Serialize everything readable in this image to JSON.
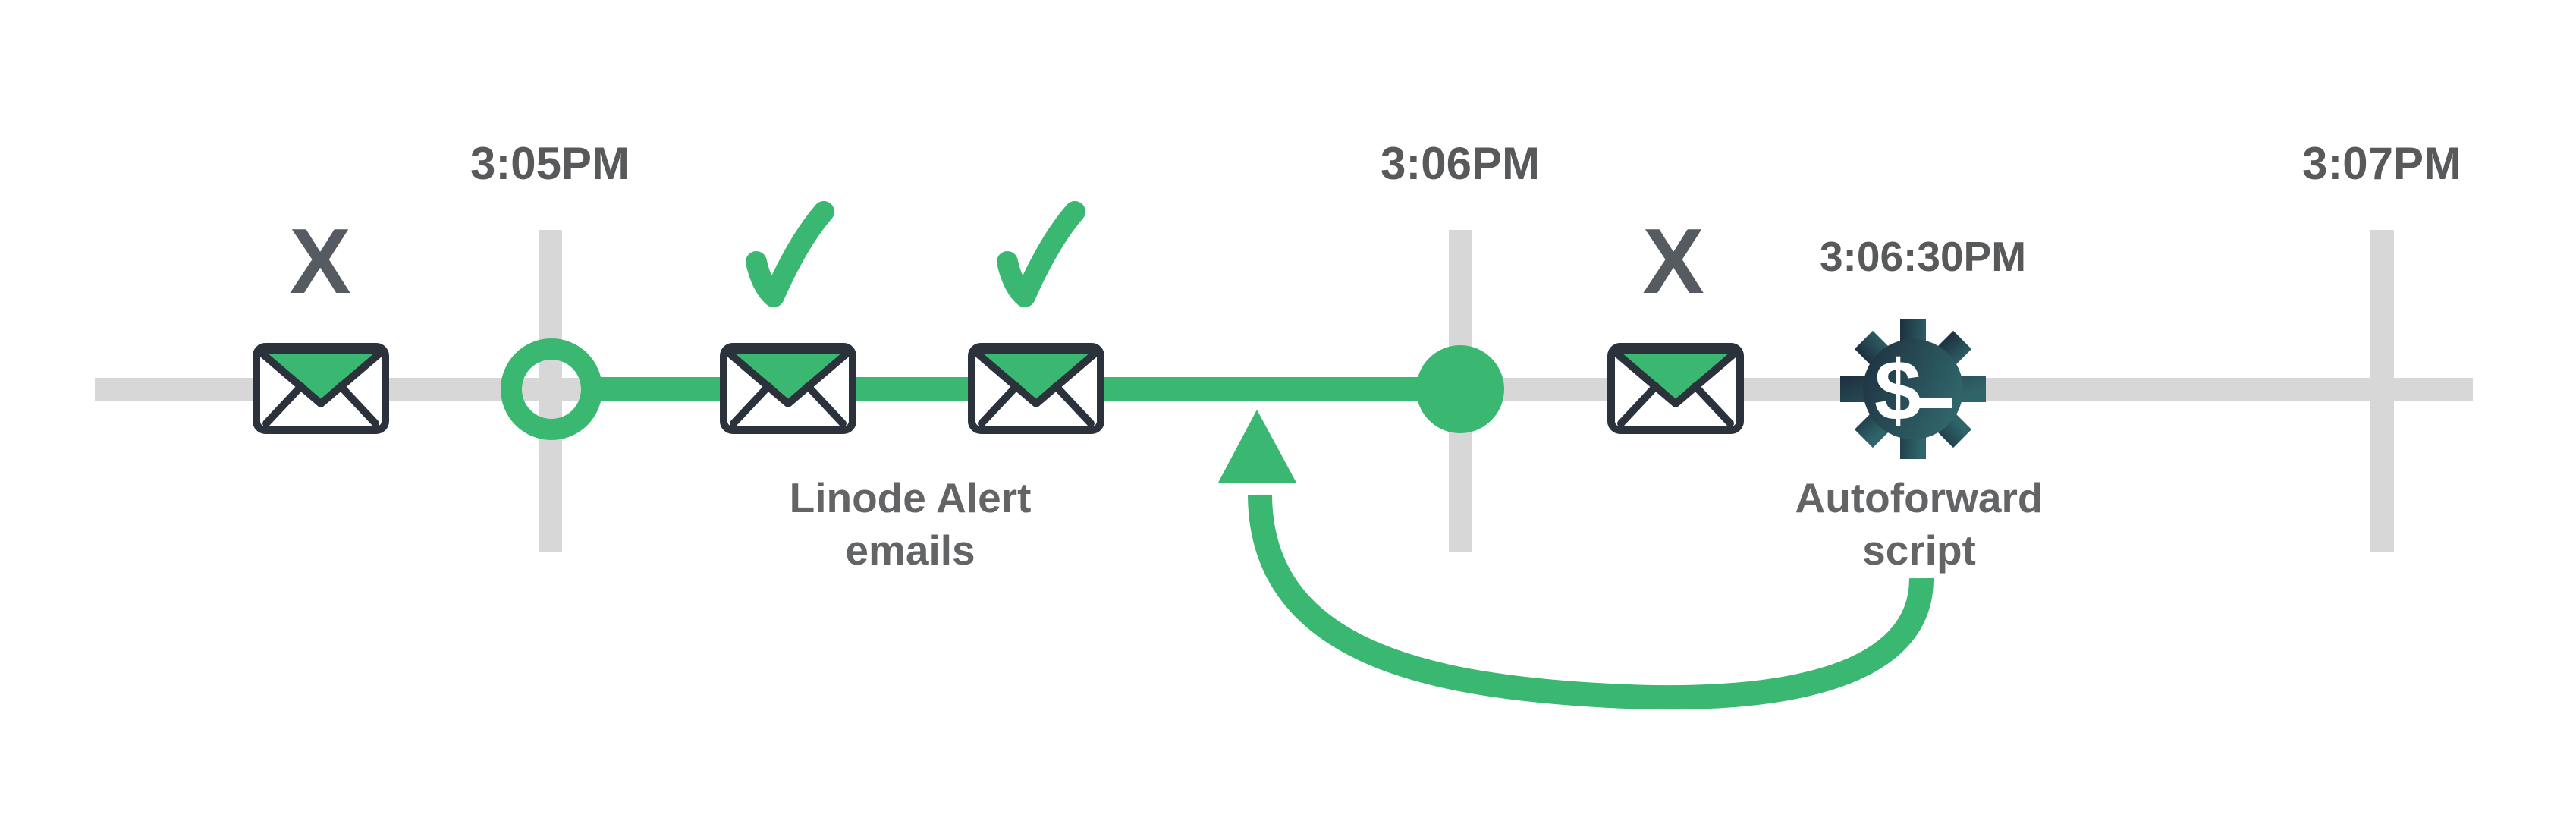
{
  "diagram": {
    "timeline": {
      "tick_labels": [
        "3:05PM",
        "3:06PM",
        "3:07PM"
      ]
    },
    "markers": {
      "failed_x": "X"
    },
    "labels": {
      "alert_emails_line1": "Linode Alert",
      "alert_emails_line2": "emails",
      "autoforward_time": "3:06:30PM",
      "autoforward_line1": "Autoforward",
      "autoforward_line2": "script",
      "prompt_dollar": "$"
    },
    "colors": {
      "green": "#3ab872",
      "track_gray": "#d7d7d7",
      "outline_dark": "#2c323b",
      "white": "#ffffff",
      "time_text_gray": "#58595b",
      "caption_gray": "#636466",
      "x_gray": "#565a61",
      "gear_gradient_start": "#1d2f3e",
      "gear_gradient_end": "#2f6468"
    }
  }
}
